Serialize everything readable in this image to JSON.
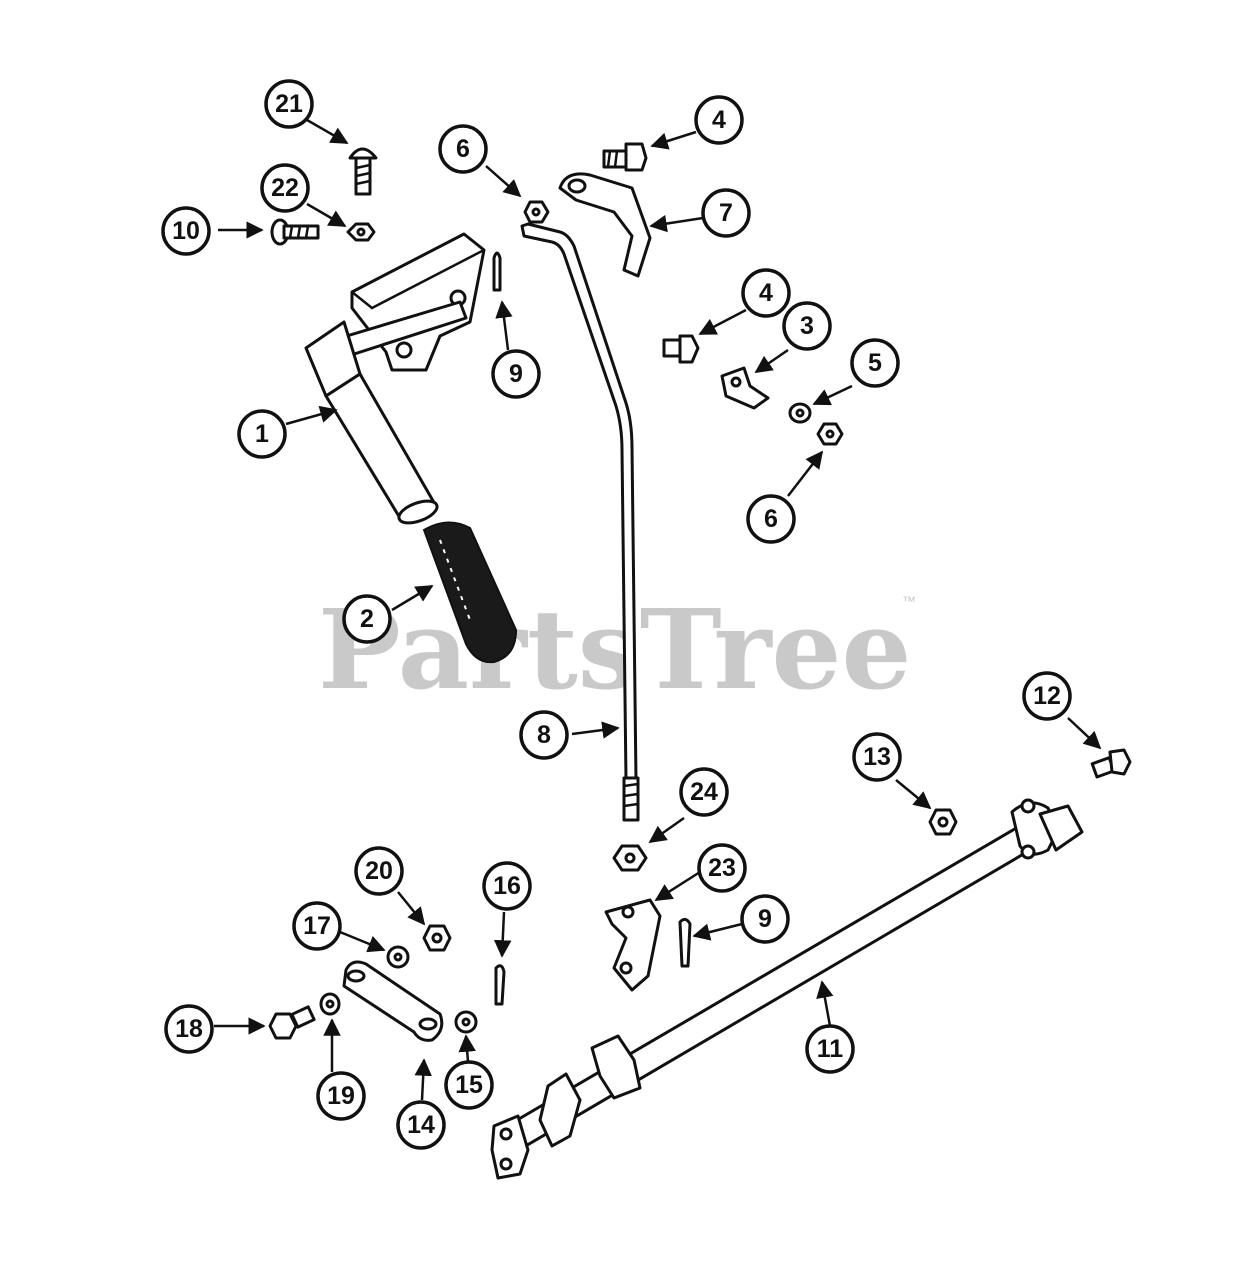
{
  "watermark": {
    "brand": "PartsTree",
    "trademark": "™"
  },
  "callouts": [
    {
      "label": "21"
    },
    {
      "label": "22"
    },
    {
      "label": "10"
    },
    {
      "label": "6"
    },
    {
      "label": "4"
    },
    {
      "label": "7"
    },
    {
      "label": "9"
    },
    {
      "label": "4"
    },
    {
      "label": "3"
    },
    {
      "label": "5"
    },
    {
      "label": "6"
    },
    {
      "label": "1"
    },
    {
      "label": "2"
    },
    {
      "label": "8"
    },
    {
      "label": "12"
    },
    {
      "label": "13"
    },
    {
      "label": "24"
    },
    {
      "label": "23"
    },
    {
      "label": "9"
    },
    {
      "label": "20"
    },
    {
      "label": "16"
    },
    {
      "label": "17"
    },
    {
      "label": "18"
    },
    {
      "label": "19"
    },
    {
      "label": "14"
    },
    {
      "label": "15"
    },
    {
      "label": "11"
    }
  ]
}
